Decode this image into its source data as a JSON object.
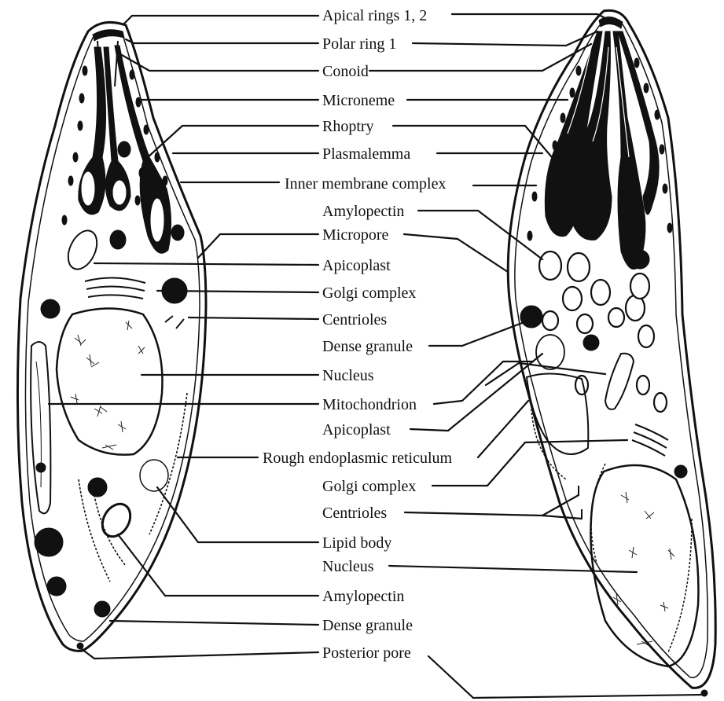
{
  "labels": {
    "apical_rings": "Apical rings 1, 2",
    "polar_ring": "Polar ring 1",
    "conoid": "Conoid",
    "microneme": "Microneme",
    "rhoptry": "Rhoptry",
    "plasmalemma": "Plasmalemma",
    "inner_membrane_complex": "Inner membrane complex",
    "amylopectin_top": "Amylopectin",
    "micropore": "Micropore",
    "apicoplast_top": "Apicoplast",
    "golgi_top": "Golgi complex",
    "centrioles_top": "Centrioles",
    "dense_granule_top": "Dense granule",
    "nucleus_top": "Nucleus",
    "mitochondrion": "Mitochondrion",
    "apicoplast_bottom": "Apicoplast",
    "rough_er": "Rough endoplasmic reticulum",
    "golgi_bottom": "Golgi complex",
    "centrioles_bottom": "Centrioles",
    "lipid_body": "Lipid body",
    "nucleus_bottom": "Nucleus",
    "amylopectin_bottom": "Amylopectin",
    "dense_granule_bottom": "Dense granule",
    "posterior_pore": "Posterior pore"
  },
  "colors": {
    "ink": "#111111",
    "background": "#ffffff"
  }
}
